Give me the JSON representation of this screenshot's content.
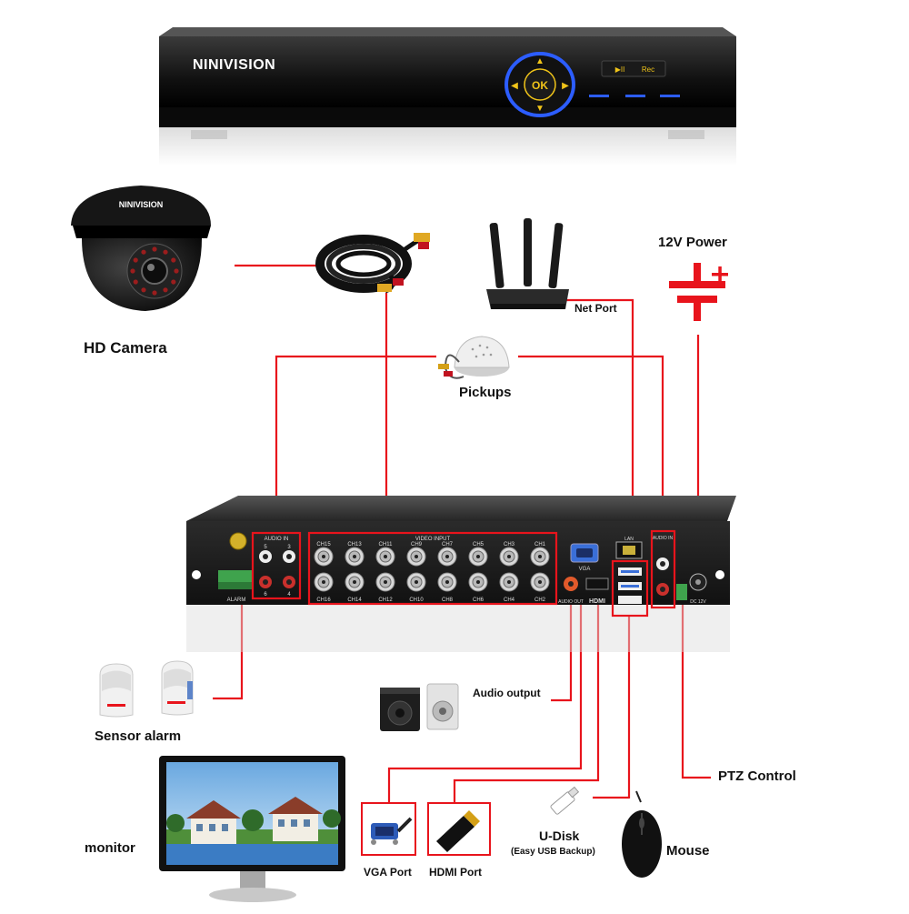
{
  "brand": "NINIVISION",
  "camera_brand": "NINIVISION",
  "dvr_buttons": {
    "ok": "OK",
    "play": "▶II",
    "rec": "Rec"
  },
  "panel_labels": {
    "audio_in_left": "AUDIO IN",
    "video_input": "VIDEO INPUT",
    "vga": "VGA",
    "lan": "LAN",
    "audio_in_right": "AUDIO IN",
    "audio_out": "AUDIO OUT",
    "hdmi": "HDMI",
    "alarm": "ALARM",
    "dc": "DC 12V",
    "video_top_row": [
      "CH15",
      "CH13",
      "CH11",
      "CH9",
      "CH7",
      "CH5",
      "CH3",
      "CH1"
    ],
    "video_bottom_row": [
      "CH16",
      "CH14",
      "CH12",
      "CH10",
      "CH8",
      "CH6",
      "CH4",
      "CH2"
    ],
    "audio_nums": [
      "5",
      "3",
      "6",
      "4"
    ]
  },
  "labels": {
    "hd_camera": "HD Camera",
    "power": "12V Power",
    "net_port": "Net Port",
    "pickups": "Pickups",
    "sensor_alarm": "Sensor alarm",
    "audio_output": "Audio output",
    "ptz_control": "PTZ Control",
    "monitor": "monitor",
    "vga_port": "VGA Port",
    "hdmi_port": "HDMI Port",
    "udisk": "U-Disk",
    "udisk_sub": "(Easy USB Backup)",
    "mouse": "Mouse"
  },
  "colors": {
    "connector": "#e8141c",
    "device": "#1a1a1a"
  }
}
